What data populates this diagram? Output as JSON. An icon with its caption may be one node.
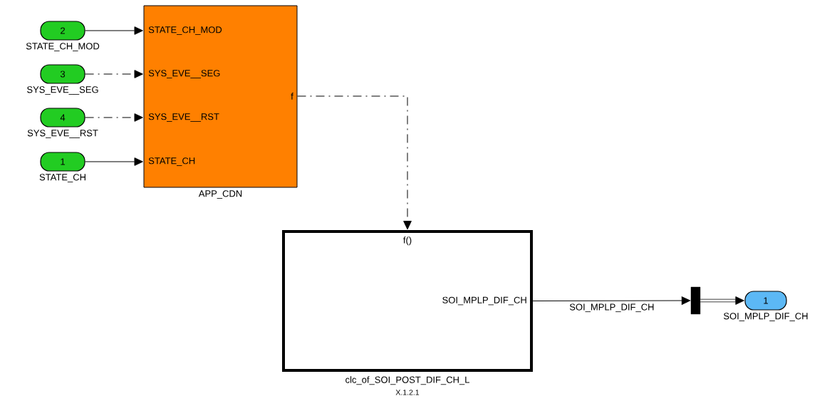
{
  "diagram": {
    "nodes": [
      {
        "text": [
          "2"
        ],
        "beside": [
          "STATE_CH_MOD"
        ]
      },
      {
        "text": [
          "3"
        ],
        "beside": [
          "SYS_EVE__SEG"
        ]
      },
      {
        "text": [
          "4"
        ],
        "beside": [
          "SYS_EVE__RST"
        ]
      },
      {
        "text": [
          "1"
        ],
        "beside": [
          "STATE_CH"
        ]
      },
      {
        "text": [
          "STATE_CH_MOD",
          "SYS_EVE__SEG",
          "SYS_EVE__RST",
          "STATE_CH",
          "f"
        ],
        "beside": [
          "APP_CDN"
        ]
      },
      {
        "text": [
          "f()",
          "SOI_MPLP_DIF_CH"
        ],
        "beside": [
          "clc_of_SOI_POST_DIF_CH_L",
          "X.1.2.1"
        ]
      },
      {
        "text": [],
        "shape": "bar"
      },
      {
        "text": [
          "1"
        ],
        "beside": [
          "SOI_MPLP_DIF_CH"
        ]
      }
    ],
    "edges": [
      {
        "from": 0,
        "to": 4,
        "arrow": "to"
      },
      {
        "from": 1,
        "to": 4,
        "arrow": "to",
        "style": "dashed"
      },
      {
        "from": 2,
        "to": 4,
        "arrow": "to",
        "style": "dashed"
      },
      {
        "from": 3,
        "to": 4,
        "arrow": "to"
      },
      {
        "from": 4,
        "to": 5,
        "arrow": "to",
        "style": "dashed"
      },
      {
        "from": 5,
        "to": 6,
        "arrow": "to",
        "label": "SOI_MPLP_DIF_CH"
      },
      {
        "from": 6,
        "to": 7,
        "arrow": "to",
        "style": "thick"
      }
    ]
  }
}
